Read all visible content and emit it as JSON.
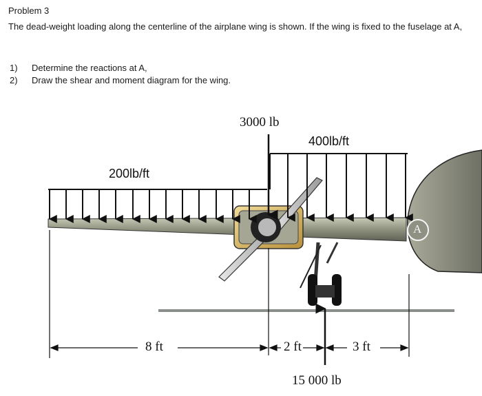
{
  "problem": {
    "title": "Problem 3",
    "statement": "The dead-weight loading along the centerline of the airplane wing is shown. If the wing is fixed to the fuselage at A,",
    "tasks": [
      {
        "number": "1)",
        "text": "Determine the reactions at A,"
      },
      {
        "number": "2)",
        "text": "Draw the shear and moment diagram for the wing."
      }
    ]
  },
  "diagram": {
    "point_load_label": "3000 lb",
    "distributed_load_left_label": "200lb/ft",
    "distributed_load_right_label": "400lb/ft",
    "support_label": "A",
    "wheel_reaction_label": "15 000 lb",
    "dimensions": {
      "left_span": "8 ft",
      "middle_span": "2 ft",
      "right_span": "3 ft"
    }
  }
}
